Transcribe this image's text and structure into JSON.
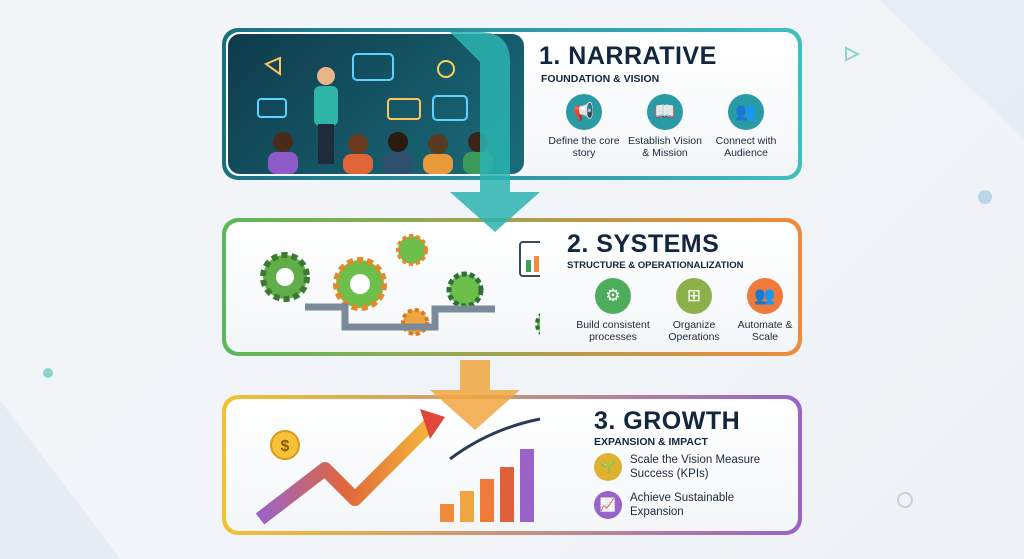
{
  "steps": [
    {
      "title": "1. NARRATIVE",
      "subtitle": "FOUNDATION & VISION",
      "color": "#2a9aa5",
      "items": [
        {
          "label": "Define the core story",
          "icon": "megaphone-icon"
        },
        {
          "label": "Establish Vision & Mission",
          "icon": "book-icon"
        },
        {
          "label": "Connect with Audience",
          "icon": "people-icon"
        }
      ]
    },
    {
      "title": "2. SYSTEMS",
      "subtitle": "STRUCTURE & OPERATIONALIZATION",
      "color": "#6ab04c",
      "items": [
        {
          "label": "Build consistent processes",
          "icon": "gears-icon"
        },
        {
          "label": "Organize Operations",
          "icon": "flowchart-icon"
        },
        {
          "label": "Automate & Scale",
          "icon": "team-icon"
        }
      ]
    },
    {
      "title": "3. GROWTH",
      "subtitle": "EXPANSION & IMPACT",
      "color": "#9a63c9",
      "items": [
        {
          "label": "Scale the Vision Measure Success (KPIs)",
          "icon": "growth-plant-icon"
        },
        {
          "label": "Achieve Sustainable Expansion",
          "icon": "bar-chart-icon"
        }
      ]
    }
  ],
  "illustration_text": {
    "dollar": "$"
  }
}
